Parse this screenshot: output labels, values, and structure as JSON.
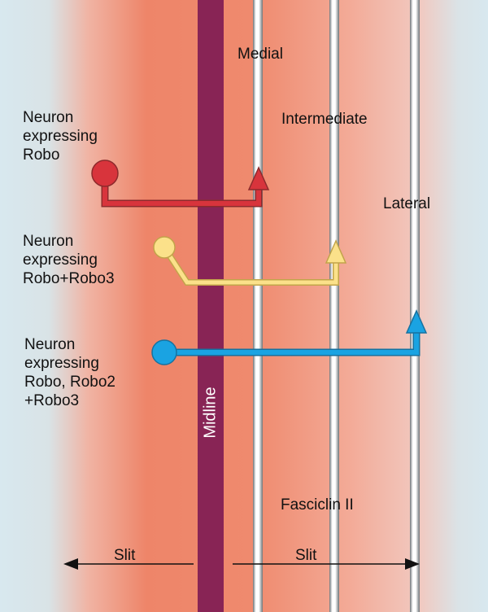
{
  "labels": {
    "medial": "Medial",
    "intermediate": "Intermediate",
    "lateral": "Lateral",
    "fasciclin": "Fasciclin II",
    "midline": "Midline",
    "slit_left": "Slit",
    "slit_right": "Slit"
  },
  "neurons": [
    {
      "lines": [
        "Neuron",
        "expressing",
        "Robo"
      ],
      "color": "#d8343c",
      "arrow_color": "#c83a3e",
      "target": "Medial"
    },
    {
      "lines": [
        "Neuron",
        "expressing",
        "Robo+Robo3"
      ],
      "color": "#fbe18a",
      "arrow_color": "#f6d36b",
      "target": "Intermediate"
    },
    {
      "lines": [
        "Neuron",
        "expressing",
        "Robo, Robo2",
        "+Robo3"
      ],
      "color": "#1aa3e2",
      "arrow_color": "#1aa3e2",
      "target": "Lateral"
    }
  ],
  "colors": {
    "background": "#d8e8ef",
    "gradient_peak": "#ee8569",
    "midline": "#882455",
    "tract": "#ffffff"
  }
}
